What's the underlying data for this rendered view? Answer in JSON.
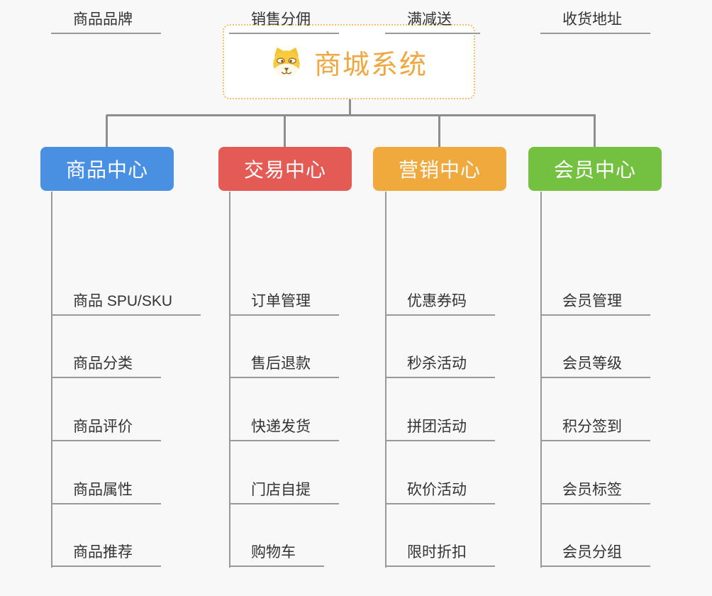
{
  "root": {
    "title": "商城系统",
    "title_color": "#F0A73F",
    "border_color": "#F4BE6A",
    "icon": "doge-dog-icon"
  },
  "branches": [
    {
      "label": "商品中心",
      "color": "#4A90E2",
      "children": [
        "商品 SPU/SKU",
        "商品分类",
        "商品评价",
        "商品属性",
        "商品推荐",
        "商品品牌"
      ]
    },
    {
      "label": "交易中心",
      "color": "#E45A55",
      "children": [
        "订单管理",
        "售后退款",
        "快递发货",
        "门店自提",
        "购物车",
        "销售分佣"
      ]
    },
    {
      "label": "营销中心",
      "color": "#EFA93C",
      "children": [
        "优惠券码",
        "秒杀活动",
        "拼团活动",
        "砍价活动",
        "限时折扣",
        "满减送"
      ]
    },
    {
      "label": "会员中心",
      "color": "#74C041",
      "children": [
        "会员管理",
        "会员等级",
        "积分签到",
        "会员标签",
        "会员分组",
        "收货地址"
      ]
    }
  ],
  "connector_color": "#8E8E8E",
  "underline_color": "#999999"
}
